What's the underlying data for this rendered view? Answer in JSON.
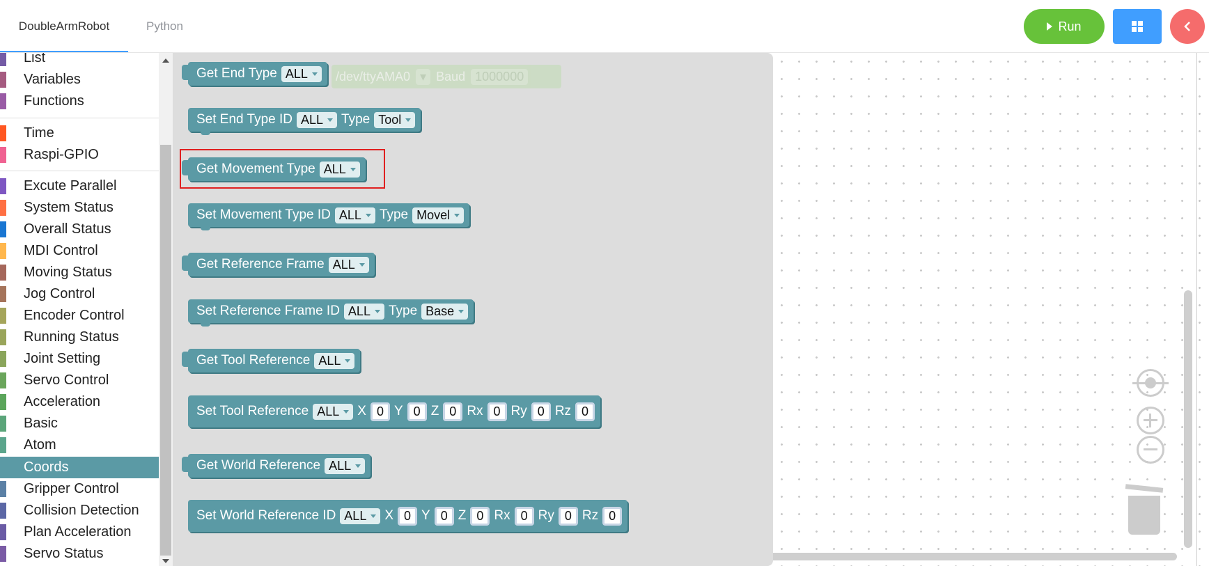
{
  "header": {
    "tabs": [
      {
        "label": "DoubleArmRobot",
        "active": true
      },
      {
        "label": "Python",
        "active": false
      }
    ],
    "run_label": "Run"
  },
  "sidebar": {
    "categories": [
      {
        "label": "List",
        "color": "#745ba5"
      },
      {
        "label": "Variables",
        "color": "#a55b80"
      },
      {
        "label": "Functions",
        "color": "#995ba5"
      },
      {
        "label": "Time",
        "color": "#ff5722"
      },
      {
        "label": "Raspi-GPIO",
        "color": "#f06292"
      },
      {
        "label": "Excute Parallel",
        "color": "#7e57c2"
      },
      {
        "label": "System Status",
        "color": "#ff7043"
      },
      {
        "label": "Overall Status",
        "color": "#1976d2"
      },
      {
        "label": "MDI Control",
        "color": "#ffb74d"
      },
      {
        "label": "Moving Status",
        "color": "#a5675b"
      },
      {
        "label": "Jog Control",
        "color": "#a5745b"
      },
      {
        "label": "Encoder Control",
        "color": "#a5a55b"
      },
      {
        "label": "Running Status",
        "color": "#9aa55b"
      },
      {
        "label": "Joint Setting",
        "color": "#8aa55b"
      },
      {
        "label": "Servo Control",
        "color": "#6aa55b"
      },
      {
        "label": "Acceleration",
        "color": "#5ba55b"
      },
      {
        "label": "Basic",
        "color": "#5ba57a"
      },
      {
        "label": "Atom",
        "color": "#5ba58c"
      },
      {
        "label": "Coords",
        "color": "#5b9aa5",
        "selected": true
      },
      {
        "label": "Gripper Control",
        "color": "#5b80a5"
      },
      {
        "label": "Collision Detection",
        "color": "#5b67a5"
      },
      {
        "label": "Plan Acceleration",
        "color": "#6a5ba5"
      },
      {
        "label": "Servo Status",
        "color": "#7a5ba5"
      }
    ]
  },
  "ghost_block": {
    "port": "/dev/ttyAMA0",
    "baud_label": "Baud",
    "baud": "1000000"
  },
  "blocks": {
    "get_end_type": {
      "label": "Get End Type",
      "id": "ALL"
    },
    "set_end_type": {
      "label": "Set End Type ID",
      "id": "ALL",
      "type_label": "Type",
      "type": "Tool"
    },
    "get_movement_type": {
      "label": "Get Movement Type",
      "id": "ALL"
    },
    "set_movement_type": {
      "label": "Set Movement Type ID",
      "id": "ALL",
      "type_label": "Type",
      "type": "Movel"
    },
    "get_reference_frame": {
      "label": "Get Reference Frame",
      "id": "ALL"
    },
    "set_reference_frame": {
      "label": "Set Reference Frame ID",
      "id": "ALL",
      "type_label": "Type",
      "type": "Base"
    },
    "get_tool_reference": {
      "label": "Get Tool Reference",
      "id": "ALL"
    },
    "set_tool_reference": {
      "label": "Set Tool Reference",
      "id": "ALL",
      "x_label": "X",
      "x": "0",
      "y_label": "Y",
      "y": "0",
      "z_label": "Z",
      "z": "0",
      "rx_label": "Rx",
      "rx": "0",
      "ry_label": "Ry",
      "ry": "0",
      "rz_label": "Rz",
      "rz": "0"
    },
    "get_world_reference": {
      "label": "Get World Reference",
      "id": "ALL"
    },
    "set_world_reference": {
      "label": "Set World Reference ID",
      "id": "ALL",
      "x_label": "X",
      "x": "0",
      "y_label": "Y",
      "y": "0",
      "z_label": "Z",
      "z": "0",
      "rx_label": "Rx",
      "rx": "0",
      "ry_label": "Ry",
      "ry": "0",
      "rz_label": "Rz",
      "rz": "0"
    }
  },
  "colors": {
    "block": "#5b9aa5",
    "run": "#67c23a",
    "primary": "#409eff",
    "danger": "#f56c6c",
    "highlight": "#e02020"
  },
  "icons": {
    "run": "play-icon",
    "grid": "grid-icon",
    "back": "chevron-left-icon",
    "center": "crosshair-icon",
    "zoom_in": "zoom-in-icon",
    "zoom_out": "zoom-out-icon",
    "trash": "trash-icon"
  }
}
